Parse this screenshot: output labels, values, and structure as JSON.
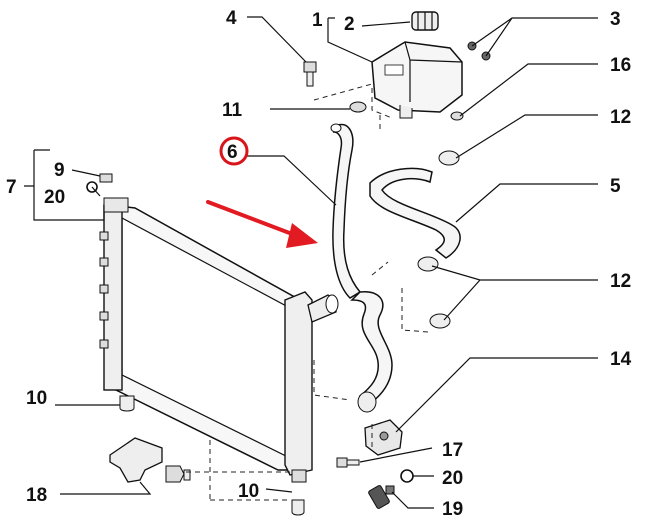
{
  "labels": {
    "p1": "1",
    "p2": "2",
    "p3": "3",
    "p4": "4",
    "p5": "5",
    "p6": "6",
    "p7": "7",
    "p9": "9",
    "p20a": "20",
    "p10a": "10",
    "p10b": "10",
    "p11": "11",
    "p12a": "12",
    "p12b": "12",
    "p14": "14",
    "p16": "16",
    "p17": "17",
    "p18": "18",
    "p19": "19",
    "p20b": "20"
  },
  "highlight": {
    "part": "6",
    "ring_color": "#d9141b",
    "arrow_color": "#e21b22"
  },
  "icons": {
    "arrow": "red-pointer-arrow"
  }
}
